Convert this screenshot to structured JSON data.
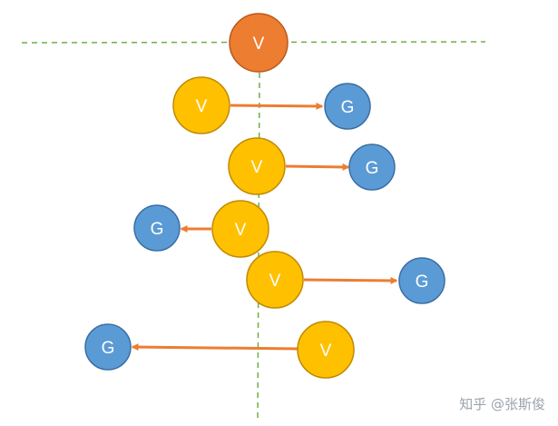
{
  "colors": {
    "background": "#ffffff",
    "v_fill": "#ffc000",
    "v_stroke": "#c08a00",
    "g_fill": "#5b9bd5",
    "g_stroke": "#3a6ea5",
    "top_fill": "#ed7d31",
    "top_stroke": "#b85a1c",
    "arrow": "#ed7d31",
    "dashed_line": "#70ad47",
    "label": "#ffffff"
  },
  "labels": {
    "top": "V",
    "v": "V",
    "g": "G"
  },
  "watermark": "知乎 @张斯俊"
}
